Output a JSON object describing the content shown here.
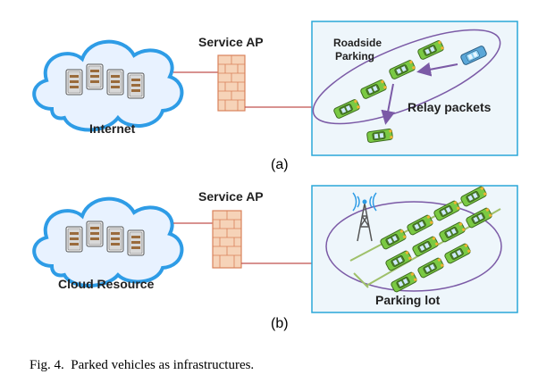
{
  "panel_a": {
    "cloud_label": "Internet",
    "ap_label": "Service AP",
    "road_label": "Roadside Parking",
    "road_label_line1": "Roadside",
    "road_label_line2": "Parking",
    "relay_label": "Relay packets",
    "sub_label": "(a)"
  },
  "panel_b": {
    "cloud_label": "Cloud Resource",
    "ap_label": "Service AP",
    "lot_label": "Parking lot",
    "sub_label": "(b)"
  },
  "caption": "Fig. 4.  Parked vehicles as infrastructures.",
  "colors": {
    "cloud_fill": "#e8f2ff",
    "cloud_stroke": "#2e9ce6",
    "panel_fill": "#eef6fb",
    "panel_stroke": "#2aa7d8",
    "firewall_fill": "#f6d3b8",
    "firewall_stroke": "#d9815a",
    "link_line": "#c0504d",
    "ellipse_stroke": "#7b5aa6",
    "car_green": "#7ac943",
    "car_blue": "#5aa7d8",
    "road_line": "#9fc06a"
  }
}
